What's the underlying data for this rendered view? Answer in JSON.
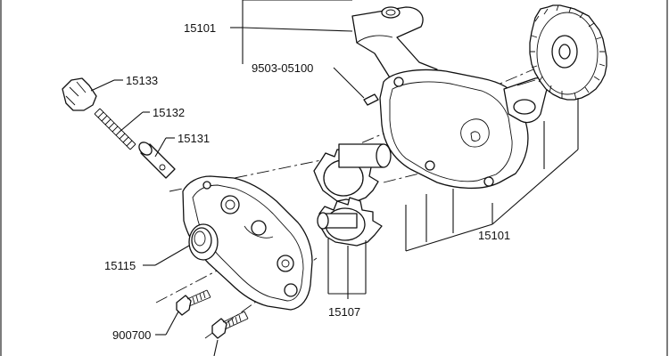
{
  "labels": {
    "pump_body_top": "15101",
    "dowel_pin": "9503-05100",
    "plug": "15133",
    "spring": "15132",
    "relief_valve": "15131",
    "pump_body_right": "15101",
    "gear_set": "15107",
    "pump_cover": "15115",
    "bolt": "900700"
  }
}
